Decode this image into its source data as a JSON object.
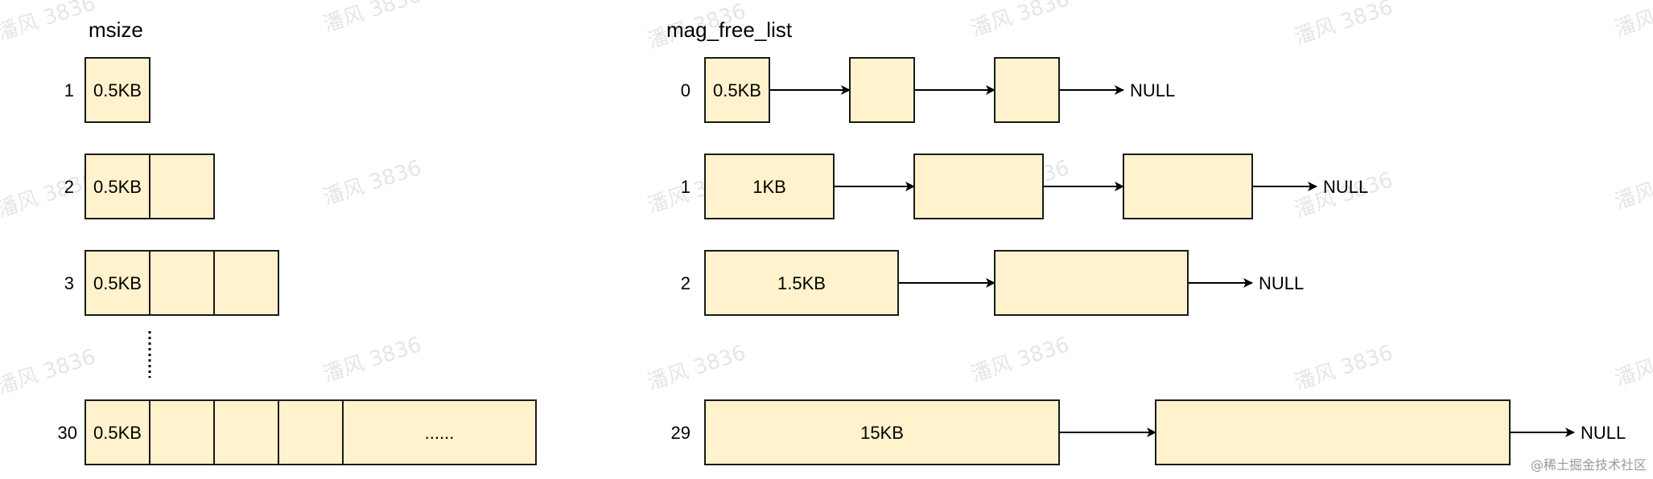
{
  "msize": {
    "title": "msize",
    "rows": [
      {
        "index": "1",
        "first_label": "0.5KB",
        "cells": 1
      },
      {
        "index": "2",
        "first_label": "0.5KB",
        "cells": 2
      },
      {
        "index": "3",
        "first_label": "0.5KB",
        "cells": 3
      },
      {
        "index": "30",
        "first_label": "0.5KB",
        "cells": 5,
        "last_label": "......"
      }
    ]
  },
  "mag_free_list": {
    "title": "mag_free_list",
    "terminal": "NULL",
    "rows": [
      {
        "index": "0",
        "first_label": "0.5KB",
        "nodes": 3
      },
      {
        "index": "1",
        "first_label": "1KB",
        "nodes": 3
      },
      {
        "index": "2",
        "first_label": "1.5KB",
        "nodes": 2
      },
      {
        "index": "29",
        "first_label": "15KB",
        "nodes": 2
      }
    ]
  },
  "watermark": "潘风 3836",
  "credit": "@稀土掘金技术社区"
}
